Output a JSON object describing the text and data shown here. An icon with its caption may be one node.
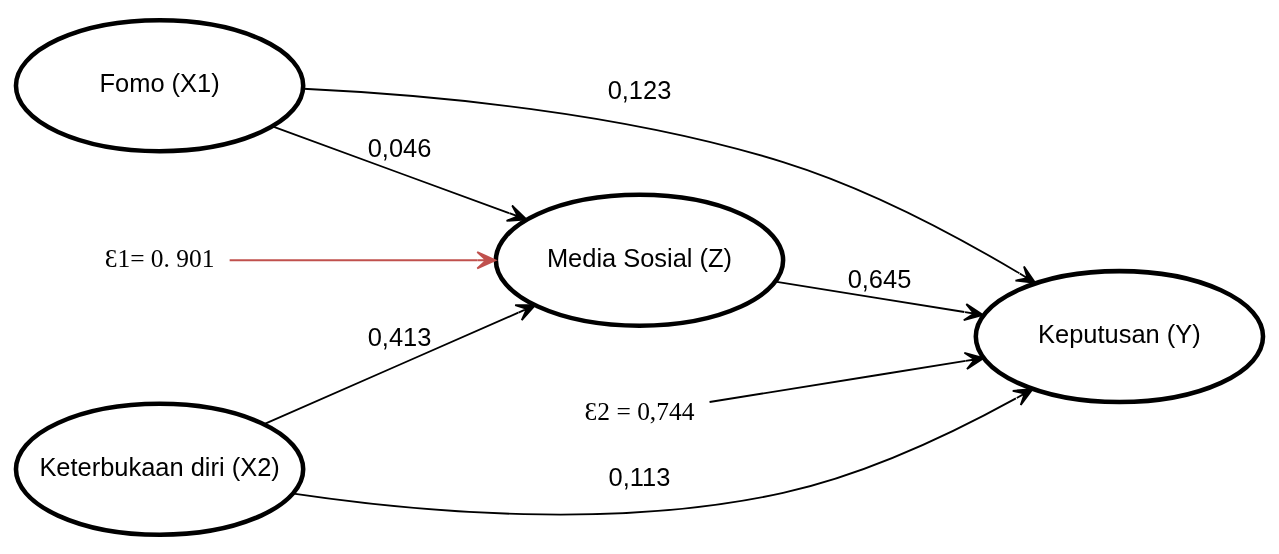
{
  "diagram": {
    "nodes": [
      {
        "text": [
          "Ɛ1= 0. 901"
        ]
      },
      {
        "text": [
          "Fomo (X1)"
        ]
      },
      {
        "text": [
          "Ɛ2 = 0,744"
        ]
      },
      {
        "text": [
          "Media Sosial (Z)"
        ]
      },
      {
        "text": [
          "Keputusan (Y)"
        ]
      },
      {
        "text": [
          "Keterbukaan diri (X2)"
        ]
      }
    ],
    "edges": [
      {
        "from": 1,
        "to": 3,
        "arrow": "to",
        "label": "0,046"
      },
      {
        "from": 1,
        "to": 4,
        "arrow": "to",
        "label": "0,123"
      },
      {
        "from": 0,
        "to": 3,
        "arrow": "to",
        "color": "#c0504d"
      },
      {
        "from": 2,
        "to": 4,
        "arrow": "to"
      },
      {
        "from": 3,
        "to": 4,
        "arrow": "to",
        "label": "0,645"
      },
      {
        "from": 5,
        "to": 3,
        "arrow": "to",
        "label": "0,413"
      },
      {
        "from": 5,
        "to": 4,
        "arrow": "to",
        "label": "0,113"
      }
    ]
  }
}
